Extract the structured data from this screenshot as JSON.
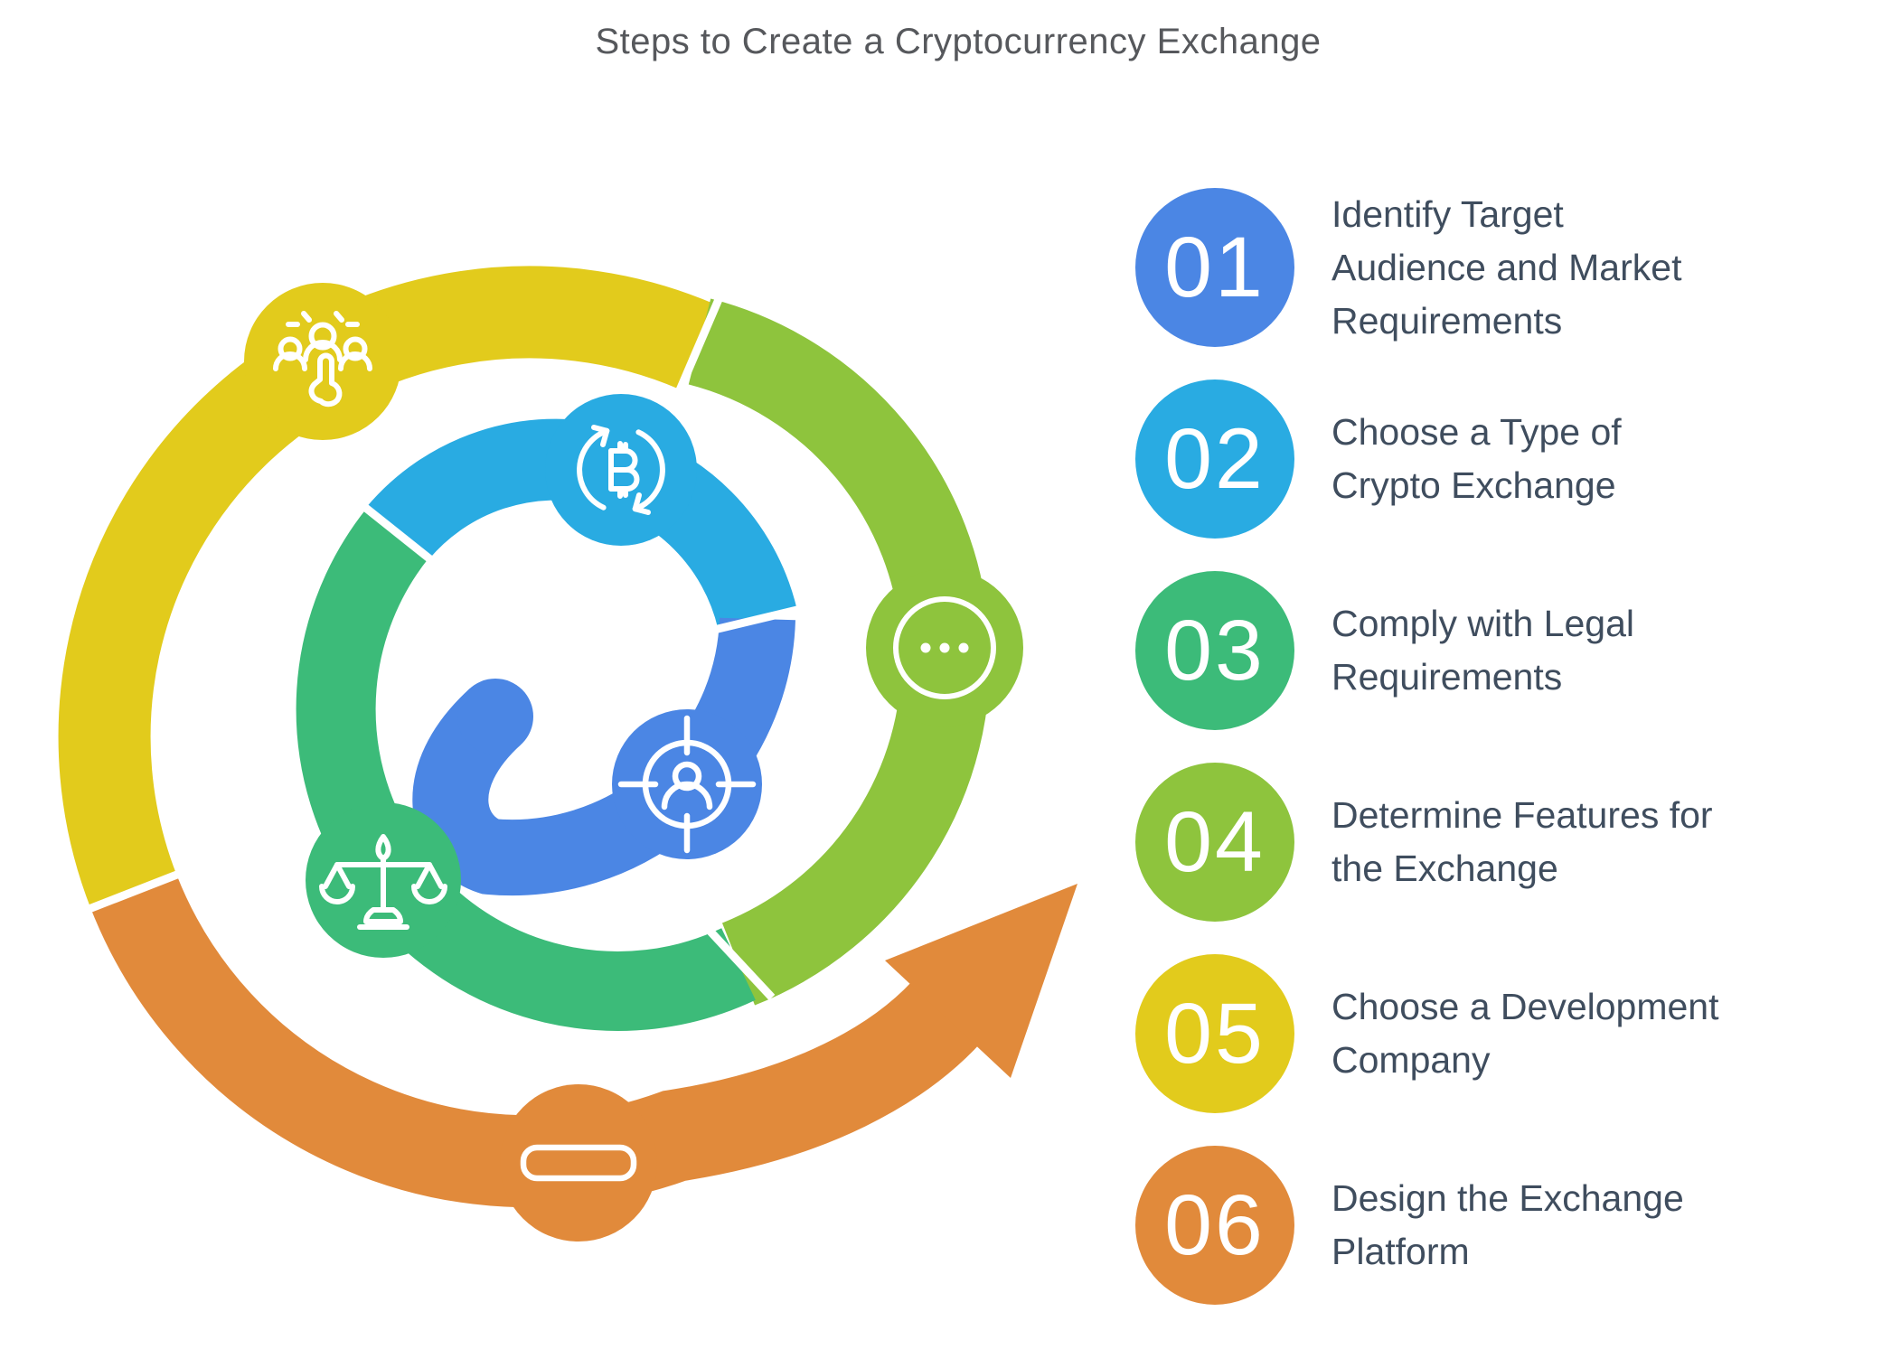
{
  "title": "Steps to Create a Cryptocurrency Exchange",
  "steps": [
    {
      "number": "01",
      "label": "Identify Target\nAudience and Market\nRequirements",
      "color": "#4b86e4"
    },
    {
      "number": "02",
      "label": "Choose a Type of\nCrypto Exchange",
      "color": "#29abe2"
    },
    {
      "number": "03",
      "label": "Comply with Legal\nRequirements",
      "color": "#3cbb79"
    },
    {
      "number": "04",
      "label": "Determine Features for\nthe Exchange",
      "color": "#8ec43d"
    },
    {
      "number": "05",
      "label": "Choose a Development\nCompany",
      "color": "#e2cb1c"
    },
    {
      "number": "06",
      "label": "Design the Exchange\nPlatform",
      "color": "#e18a3b"
    }
  ],
  "diagram": {
    "colors": {
      "blue": "#4b86e4",
      "cyan": "#29abe2",
      "green": "#3cbb79",
      "lime": "#8ec43d",
      "yellow": "#e2cb1c",
      "orange": "#e18a3b",
      "white": "#ffffff"
    },
    "icons": [
      "audience-selection",
      "bitcoin-exchange",
      "more-options",
      "target-user",
      "justice-scales",
      "platform-screen"
    ]
  }
}
